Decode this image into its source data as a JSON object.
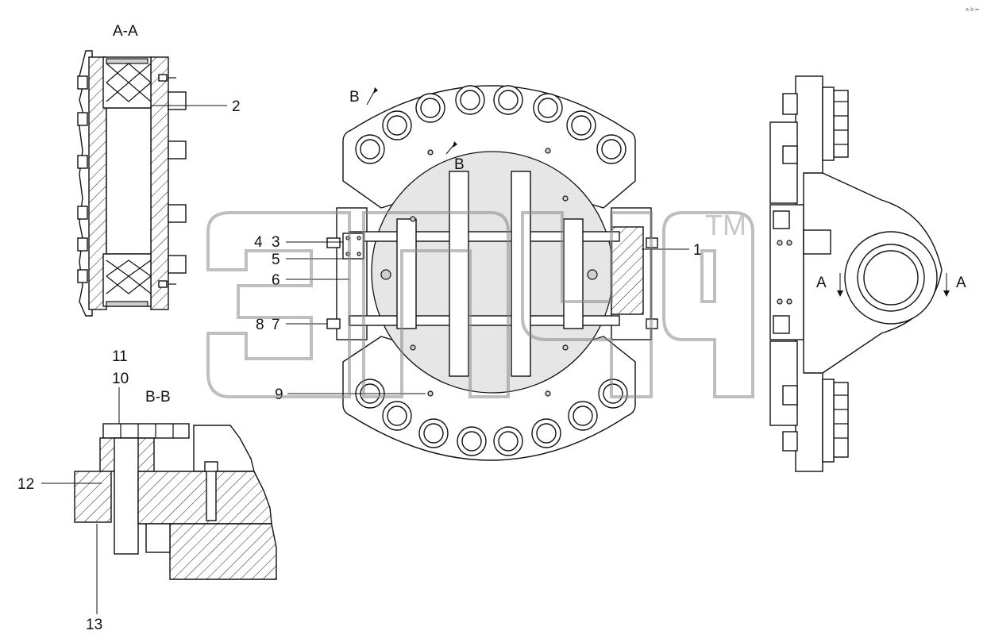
{
  "corner_mark": "a·b ▪▪",
  "views": {
    "section_aa_title": "A-A",
    "section_bb_title": "B-B",
    "cut_b_top": "B",
    "cut_b_mid": "B",
    "cut_a_left": "A",
    "cut_a_right": "A"
  },
  "callouts": {
    "c1": "1",
    "c2": "2",
    "c3": "3",
    "c4": "4",
    "c5": "5",
    "c6": "6",
    "c7": "7",
    "c8": "8",
    "c9": "9",
    "c10": "10",
    "c11": "11",
    "c12": "12",
    "c13": "13"
  },
  "watermark": {
    "tm": "TM"
  }
}
